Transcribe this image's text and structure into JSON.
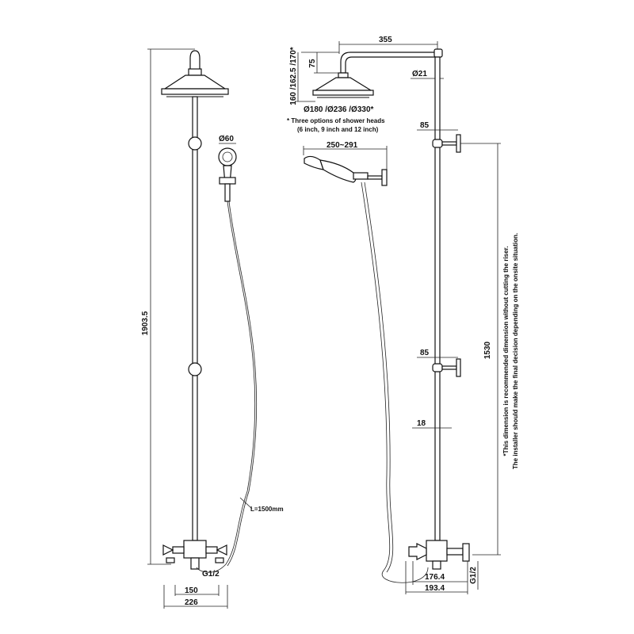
{
  "dimensions": {
    "total_height": "1903.5",
    "head_arm": "355",
    "head_drop": "75",
    "head_height": "160 /162.5 /170*",
    "head_diameter": "Ø180 /Ø236 /Ø330*",
    "riser_diameter": "Ø21",
    "bracket_upper": "85",
    "bracket_lower": "85",
    "wall_gap": "18",
    "riser_span": "1530",
    "handset_reach": "250~291",
    "handset_diameter": "Ø60",
    "hose_length": "L=1500mm",
    "inlet_thread_front": "G1/2",
    "inlet_thread_side": "G1/2",
    "inlet_centres": "150",
    "valve_width": "226",
    "valve_depth_1": "176.4",
    "valve_depth_2": "193.4"
  },
  "notes": {
    "shower_heads_line1": "* Three options of shower heads",
    "shower_heads_line2": "(6 inch, 9 inch and 12 inch)",
    "riser_note_line1": "*This dimension is recommended dimension without cutting the riser.",
    "riser_note_line2": "The installer should make the final decision depending on the onsite situation."
  }
}
